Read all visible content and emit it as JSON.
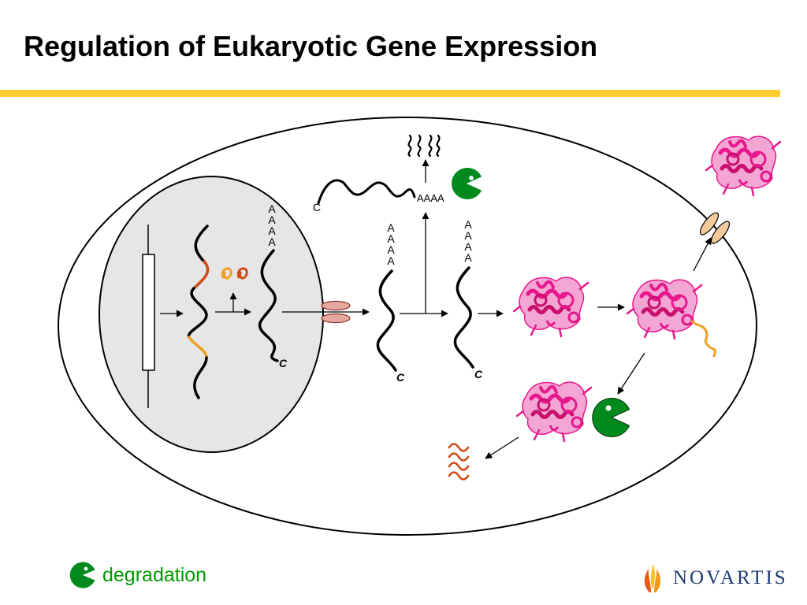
{
  "slide": {
    "title": "Regulation of Eukaryotic Gene Expression"
  },
  "diagram": {
    "cap_label": "C",
    "poly_a_label": "AAAA",
    "poly_a_letter": "A"
  },
  "legend": {
    "label": "degradation"
  },
  "brand": {
    "name": "NOVARTIS"
  },
  "colors": {
    "accent_rule": "#ffcc33",
    "degrader": "#008a1e",
    "protein": "#e8188c",
    "rna_cut": "#d04a14",
    "rna_highlight": "#f0a020",
    "pore": "#e8a8a0",
    "membrane_channel": "#f5c89a",
    "nucleus_fill": "#e6e6e6",
    "brand_navy": "#1f3a72"
  },
  "icons": [
    "pacman-degrader-icon",
    "protein-ribbon-icon",
    "novartis-flame-logo"
  ]
}
